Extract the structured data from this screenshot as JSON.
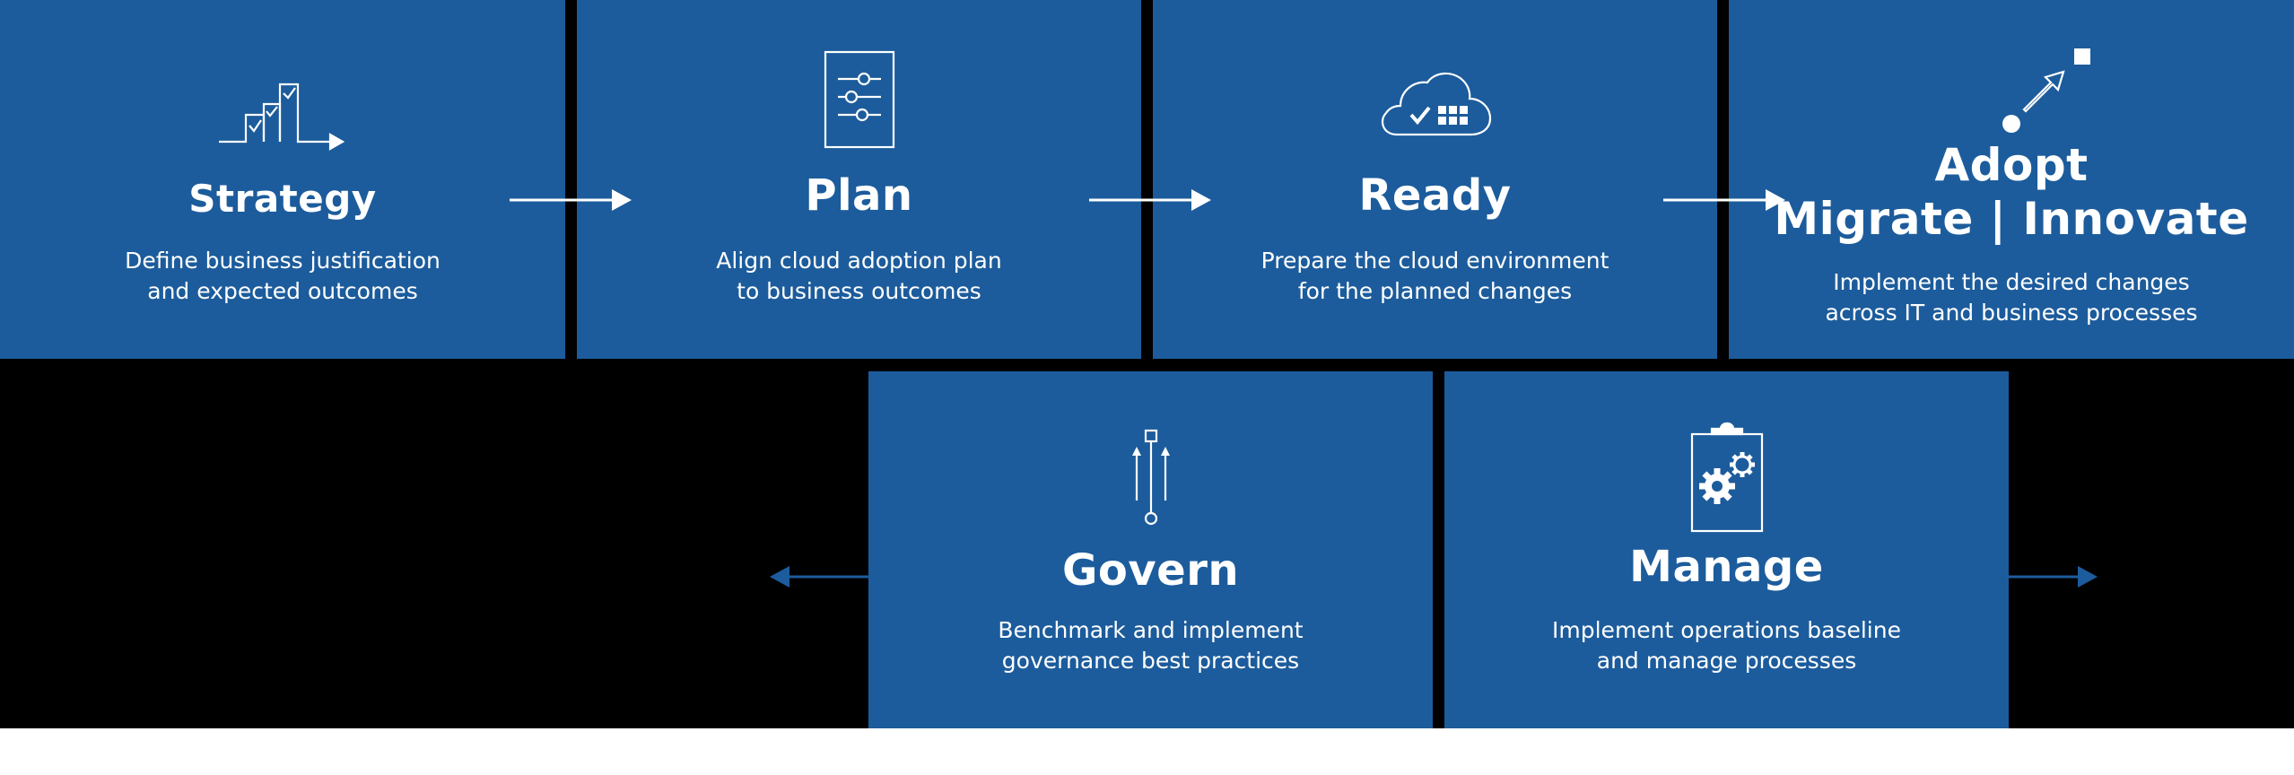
{
  "colors": {
    "box": "#1c5c9c",
    "background": "#000000",
    "text": "#ffffff",
    "connector": "#1c5c9c"
  },
  "steps": {
    "strategy": {
      "icon": "rising-bars-chart-icon",
      "title": "Strategy",
      "desc_1": "Define business justification",
      "desc_2": "and expected outcomes"
    },
    "plan": {
      "icon": "sliders-document-icon",
      "title": "Plan",
      "desc_1": "Align cloud adoption plan",
      "desc_2": "to business outcomes"
    },
    "ready": {
      "icon": "cloud-checklist-icon",
      "title": "Ready",
      "desc_1": "Prepare the cloud environment",
      "desc_2": "for the planned changes"
    },
    "adopt": {
      "icon": "migrate-arrow-icon",
      "title_1": "Adopt",
      "title_2": "Migrate | Innovate",
      "desc_1": "Implement the desired changes",
      "desc_2": "across IT and business processes"
    },
    "govern": {
      "icon": "governance-controls-icon",
      "title": "Govern",
      "desc_1": "Benchmark and implement",
      "desc_2": "governance best practices"
    },
    "manage": {
      "icon": "clipboard-gears-icon",
      "title": "Manage",
      "desc_1": "Implement operations baseline",
      "desc_2": "and manage processes"
    }
  }
}
